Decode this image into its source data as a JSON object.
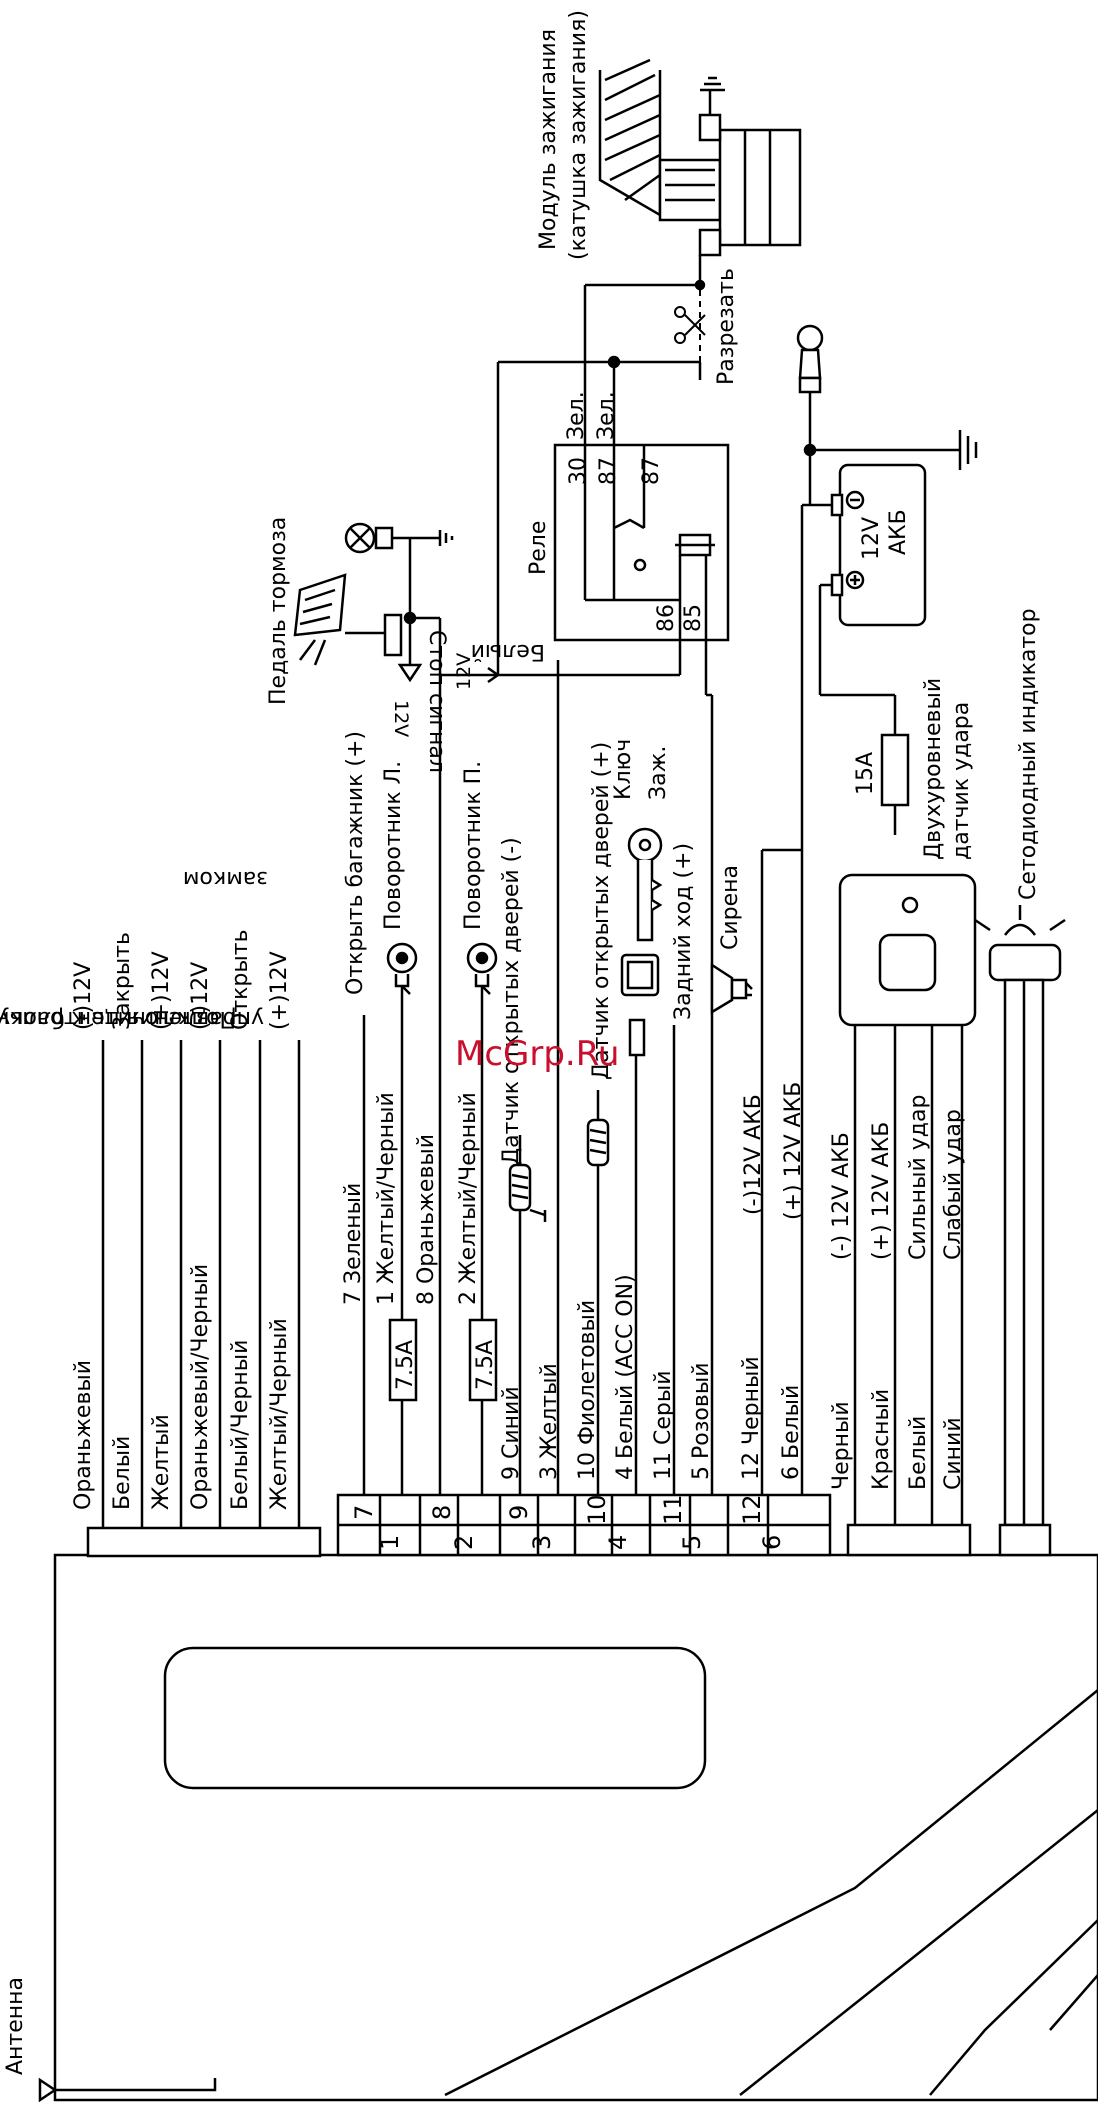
{
  "watermark": "McGrp.Ru",
  "antenna_label": "Антенна",
  "ignition_module": {
    "line1": "Модуль зажигания",
    "line2": "(катушка зажигания)"
  },
  "cut_label": "Разрезать",
  "relay": {
    "label": "Реле",
    "pin30": "30",
    "pin87a": "87",
    "pin87": "87",
    "pin86": "86",
    "pin85": "85",
    "wire_green1": "Зел.",
    "wire_green2": "Зел.",
    "white_wire": "Белый"
  },
  "brake_pedal_label": "Педаль тормоза",
  "brake": {
    "v12": "12V",
    "stop_signal": "Стоп сигнал",
    "v12b": "12V"
  },
  "battery": {
    "voltage": "12V",
    "label": "АКБ"
  },
  "fuse_15a": "15A",
  "shock_sensor": {
    "line1": "Двухуровневый",
    "line2": "датчик удара"
  },
  "led_indicator": "Сетодиодный индикатор",
  "ignition_key": {
    "line1": "Ключ",
    "line2": "Заж."
  },
  "siren_label": "Сирена",
  "central_lock": {
    "line1": "Подключить к блоку",
    "line2": "управления центральным",
    "line3": "замком",
    "signals": [
      "(-)12V",
      "Закрыть",
      "(+)12V",
      "(-)12V",
      "Открыть",
      "(+)12V"
    ],
    "wires": [
      "Ораньжевый",
      "Белый",
      "Желтый",
      "Ораньжевый/Черный",
      "Белый/Черный",
      "Желтый/Черный"
    ]
  },
  "connector_wires": [
    {
      "pin": "7",
      "wire": "7 Зеленый",
      "dest": "Открыть багажник (+)"
    },
    {
      "pin": "1",
      "wire": "1 Желтый/Черный",
      "dest": "Поворотник Л."
    },
    {
      "pin": "8",
      "wire": "8 Ораньжевый",
      "dest": ""
    },
    {
      "pin": "2",
      "wire": "2 Желтый/Черный",
      "dest": "Поворотник П."
    },
    {
      "pin": "9",
      "wire": "9 Синий",
      "dest": "Датчик открытых дверей (-)"
    },
    {
      "pin": "3",
      "wire": "3 Желтый",
      "dest": ""
    },
    {
      "pin": "10",
      "wire": "10 Фиолетовый",
      "dest": "Датчик открытых дверей (+)"
    },
    {
      "pin": "4",
      "wire": "4 Белый (ACC ON)",
      "dest": ""
    },
    {
      "pin": "11",
      "wire": "11 Серый",
      "dest": "Задний ход (+)"
    },
    {
      "pin": "5",
      "wire": "5 Розовый",
      "dest": ""
    },
    {
      "pin": "12",
      "wire": "12 Черный",
      "dest": "(-)12V АКБ"
    },
    {
      "pin": "6",
      "wire": "6 Белый",
      "dest": "(+) 12V АКБ"
    }
  ],
  "fuse_7_5a_left": "7.5A",
  "fuse_7_5a_right": "7.5A",
  "sensor_wires": [
    {
      "wire": "Черный",
      "dest": "(-) 12V АКБ"
    },
    {
      "wire": "Красный",
      "dest": "(+) 12V АКБ"
    },
    {
      "wire": "Белый",
      "dest": "Сильный удар"
    },
    {
      "wire": "Синий",
      "dest": "Слабый удар"
    }
  ]
}
